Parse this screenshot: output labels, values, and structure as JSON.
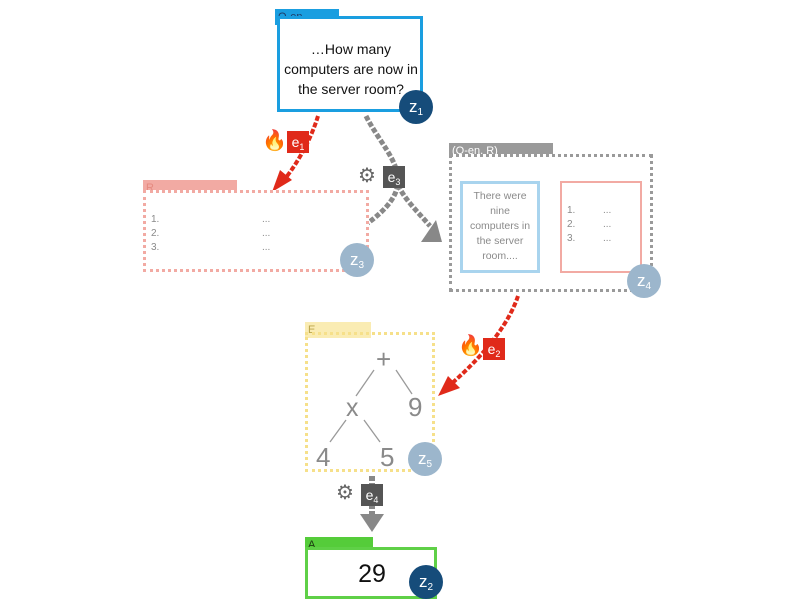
{
  "nodes": {
    "q_en": {
      "tab": "Q-en",
      "text": "…How many computers are now in the server room?",
      "latent": "z",
      "latent_sub": "1"
    },
    "r": {
      "tab": "R",
      "rows": [
        "1.",
        "2.",
        "3."
      ],
      "dots": [
        "...",
        "...",
        "..."
      ],
      "latent": "z",
      "latent_sub": "3"
    },
    "q_en_r": {
      "tab": "(Q-en, R)",
      "text": "There were nine computers in the server room....",
      "rows": [
        "1.",
        "2.",
        "3."
      ],
      "dots": [
        "...",
        "...",
        "..."
      ],
      "latent": "z",
      "latent_sub": "4"
    },
    "e": {
      "tab": "E",
      "tree": {
        "root": "+",
        "left": "x",
        "right": "9",
        "leaf1": "4",
        "leaf2": "5"
      },
      "latent": "z",
      "latent_sub": "5"
    },
    "a": {
      "tab": "A",
      "value": "29",
      "latent": "z",
      "latent_sub": "2"
    }
  },
  "edges": {
    "e1": {
      "label": "e",
      "sub": "1",
      "kind": "trainable",
      "icon": "fire-icon"
    },
    "e2": {
      "label": "e",
      "sub": "2",
      "kind": "trainable",
      "icon": "fire-icon"
    },
    "e3": {
      "label": "e",
      "sub": "3",
      "kind": "frozen",
      "icon": "gear-icon"
    },
    "e4": {
      "label": "e",
      "sub": "4",
      "kind": "frozen",
      "icon": "gear-icon"
    }
  },
  "colors": {
    "q_en": "#1a9ee0",
    "r": "#f2aaa3",
    "q_en_r_border": "#9a9a9a",
    "q_en_r_tab": "#9a9a9a",
    "e_border": "#f6e08a",
    "e_tab": "#faecb3",
    "a": "#5fd047",
    "a_tab": "#55cc3a",
    "dark_latent": "#164c7a",
    "light_latent": "#9cb6cc",
    "red_edge": "#e02a1a",
    "gray_edge": "#777777",
    "inner_blue": "#a9d4ee",
    "inner_pink": "#f2aaa3"
  }
}
